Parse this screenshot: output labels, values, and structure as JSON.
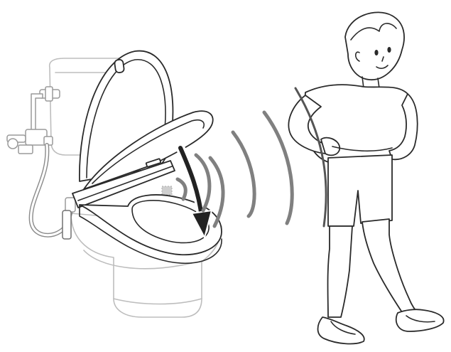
{
  "illustration": {
    "toilet_state": "seat-and-lid-open",
    "motion": "seat-closing",
    "sensor_waves": 5,
    "colors": {
      "outline": "#2a2a2a",
      "ghost_outline": "#bdbdbd",
      "waves": "#808080",
      "arrow": "#222222",
      "background": "#ffffff"
    },
    "icons": {
      "arrow": "down-arrow-icon",
      "waves": "sensor-wave-icon",
      "person": "person-walking-away-icon"
    }
  }
}
